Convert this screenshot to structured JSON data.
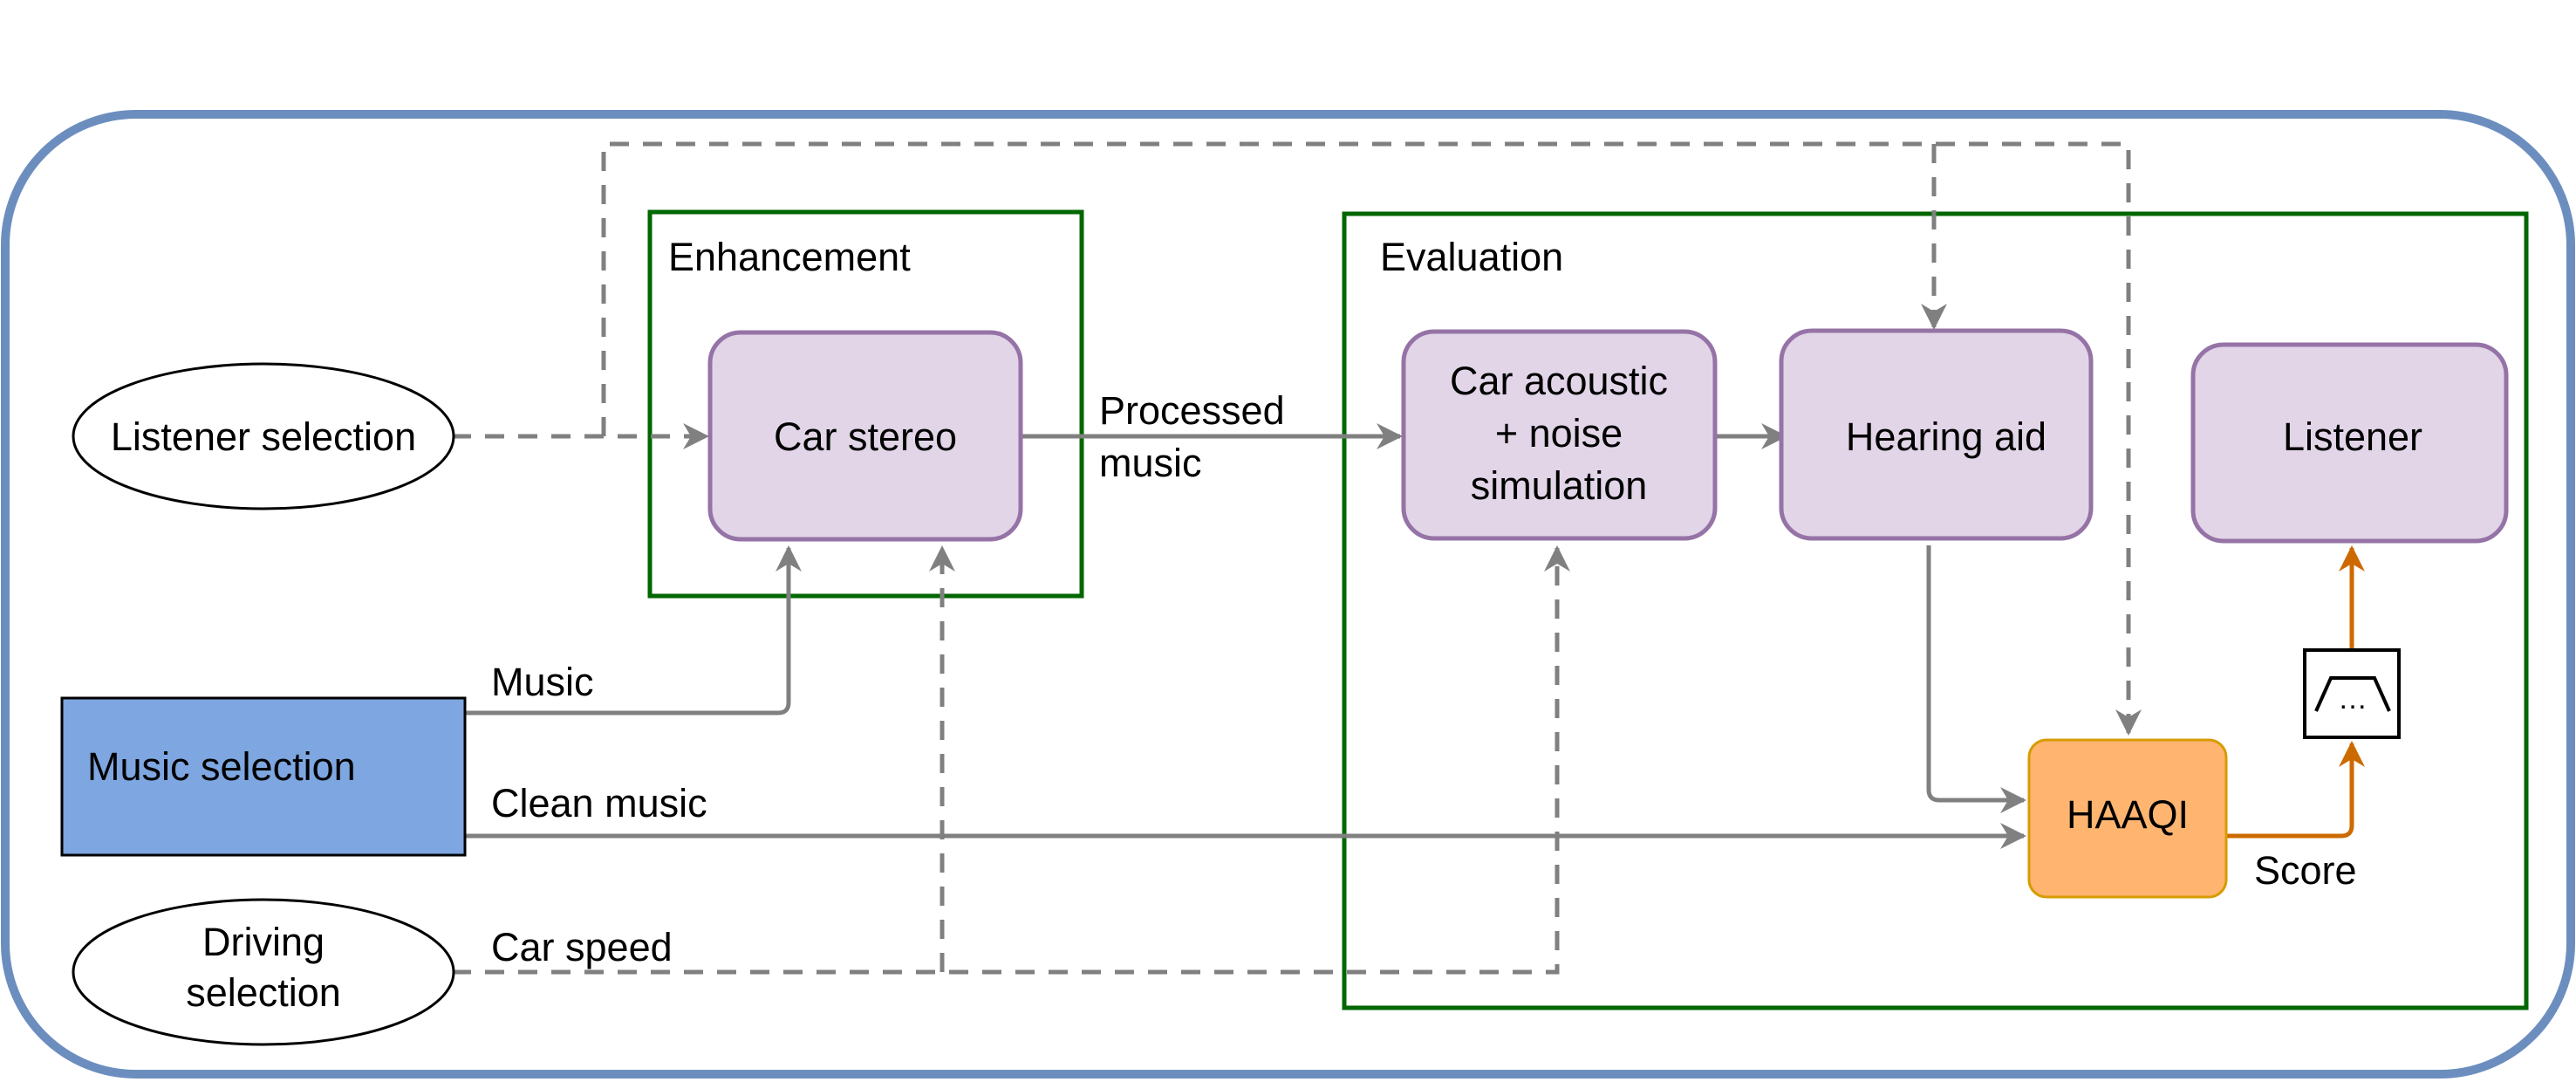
{
  "colors": {
    "outer_border": "#6c8ebf",
    "group_border": "#006600",
    "process_fill": "#e1d5e7",
    "process_border": "#9673a6",
    "music_fill": "#7ea6e0",
    "haaqi_fill": "#ffb570",
    "haaqi_border": "#d79b00",
    "edge": "#808080",
    "score_edge": "#cc6a00"
  },
  "groups": {
    "enhancement": "Enhancement",
    "evaluation": "Evaluation"
  },
  "inputs": {
    "listener_selection": "Listener selection",
    "music_selection": "Music selection",
    "driving_selection": [
      "Driving",
      "selection"
    ]
  },
  "nodes": {
    "car_stereo": "Car stereo",
    "car_acoustic": [
      "Car acoustic",
      "+ noise",
      "simulation"
    ],
    "hearing_aid": "Hearing aid",
    "listener": "Listener",
    "haaqi": "HAAQI",
    "threshold_symbol": "/‾…\\"
  },
  "edge_labels": {
    "processed_music": [
      "Processed",
      "music"
    ],
    "music": "Music",
    "clean_music": "Clean music",
    "car_speed": "Car speed",
    "score": "Score"
  },
  "icons": {
    "threshold": "threshold-icon"
  }
}
